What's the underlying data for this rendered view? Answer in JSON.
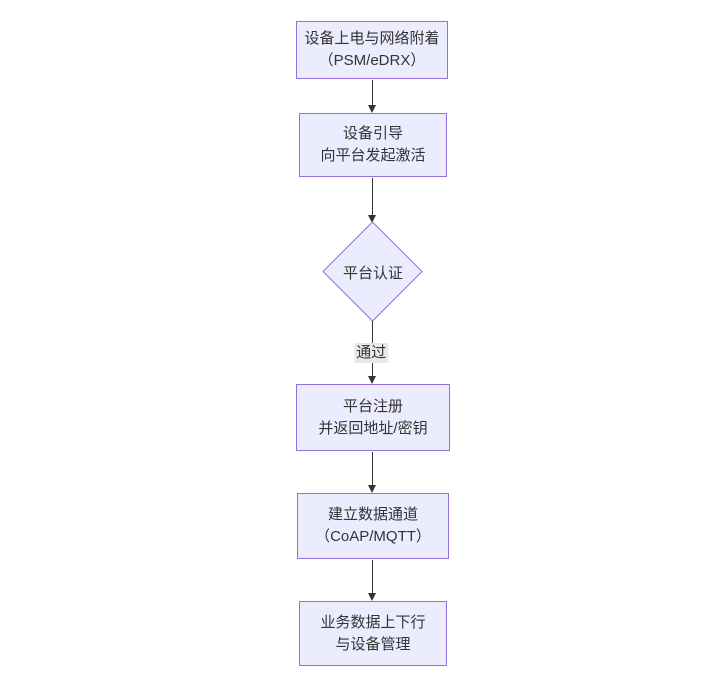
{
  "diagram": {
    "type": "flowchart",
    "direction": "top-down",
    "colors": {
      "background": "#ffffff",
      "node_fill": "#ECECFF",
      "node_border": "#9370DB",
      "edge_line": "#333333",
      "text": "#333333",
      "edge_label_bg": "#e8e8e8"
    },
    "nodes": [
      {
        "id": "power-network-attach",
        "shape": "rect",
        "lines": [
          "设备上电与网络附着",
          "（PSM/eDRX）"
        ]
      },
      {
        "id": "bootstrap-activate",
        "shape": "rect",
        "lines": [
          "设备引导",
          "向平台发起激活"
        ]
      },
      {
        "id": "platform-auth",
        "shape": "diamond",
        "lines": [
          "平台认证"
        ]
      },
      {
        "id": "platform-register",
        "shape": "rect",
        "lines": [
          "平台注册",
          "并返回地址/密钥"
        ]
      },
      {
        "id": "data-channel",
        "shape": "rect",
        "lines": [
          "建立数据通道",
          "（CoAP/MQTT）"
        ]
      },
      {
        "id": "business-data",
        "shape": "rect",
        "lines": [
          "业务数据上下行",
          "与设备管理"
        ]
      }
    ],
    "edges": [
      {
        "from": "power-network-attach",
        "to": "bootstrap-activate",
        "label": ""
      },
      {
        "from": "bootstrap-activate",
        "to": "platform-auth",
        "label": ""
      },
      {
        "from": "platform-auth",
        "to": "platform-register",
        "label": "通过"
      },
      {
        "from": "platform-register",
        "to": "data-channel",
        "label": ""
      },
      {
        "from": "data-channel",
        "to": "business-data",
        "label": ""
      }
    ]
  }
}
